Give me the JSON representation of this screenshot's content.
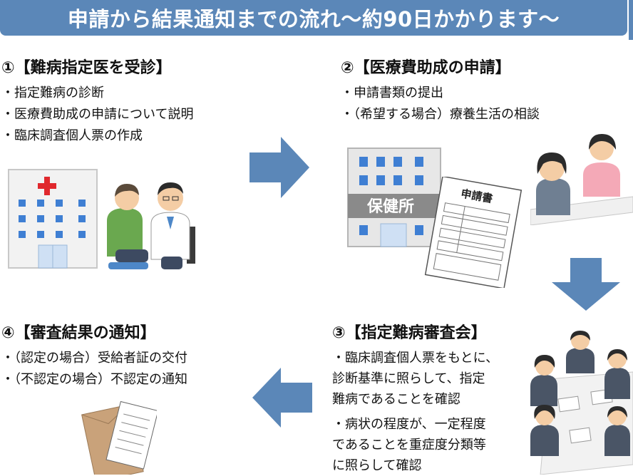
{
  "banner": {
    "title": "申請から結果通知までの流れ〜約90日かかります〜"
  },
  "step1": {
    "title": "①【難病指定医を受診】",
    "bullets": [
      "・指定難病の診断",
      "・医療費助成の申請について説明",
      "・臨床調査個人票の作成"
    ]
  },
  "step2": {
    "title": "②【医療費助成の申請】",
    "bullets": [
      "・申請書類の提出",
      "・（希望する場合）療養生活の相談"
    ],
    "building_sign": "保健所",
    "form_label": "申請書"
  },
  "step3": {
    "title": "③【指定難病審査会】",
    "desc1": [
      "・臨床調査個人票をもとに、",
      "診断基準に照らして、指定",
      "難病であることを確認"
    ],
    "desc2": [
      "・病状の程度が、一定程度",
      "であることを重症度分類等",
      "に照らして確認"
    ]
  },
  "step4": {
    "title": "④【審査結果の通知】",
    "bullets": [
      "・（認定の場合）受給者証の交付",
      "・（不認定の場合）不認定の通知"
    ]
  },
  "colors": {
    "banner": "#5b87b8",
    "arrow": "#5b87b8",
    "cross": "#e0282d"
  },
  "icons": [
    "hospital-icon",
    "doctor-icon",
    "patient-icon",
    "arrow-right-icon",
    "health-center-icon",
    "application-form-icon",
    "consultation-icon",
    "arrow-down-icon",
    "committee-meeting-icon",
    "arrow-left-icon",
    "envelope-document-icon"
  ]
}
